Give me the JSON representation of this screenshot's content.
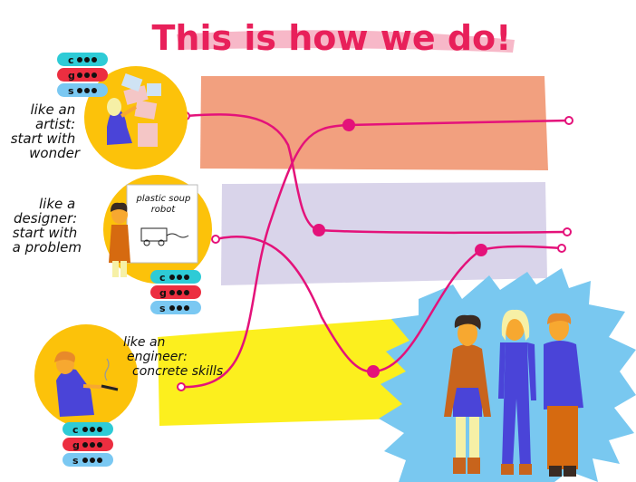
{
  "title": "This is how we do!",
  "roles": [
    {
      "label_lines": [
        "like an",
        "artist:",
        "start with",
        "wonder"
      ],
      "badges": [
        {
          "letter": "c"
        },
        {
          "letter": "g"
        },
        {
          "letter": "s"
        }
      ]
    },
    {
      "label_lines": [
        "like a",
        "designer:",
        "start with",
        "a problem"
      ],
      "sketch_lines": [
        "plastic soup",
        "robot"
      ],
      "badges": [
        {
          "letter": "c"
        },
        {
          "letter": "g"
        },
        {
          "letter": "s"
        }
      ]
    },
    {
      "label_lines": [
        "like an",
        "engineer:",
        "concrete skills"
      ],
      "badges": [
        {
          "letter": "c"
        },
        {
          "letter": "g"
        },
        {
          "letter": "s"
        }
      ]
    }
  ],
  "colors": {
    "title": "#e8205a",
    "title_highlight": "#f7b8c8",
    "band_orange": "#f2a07f",
    "band_lavender": "#d9d4ea",
    "band_yellow": "#fcef1e",
    "circle_yellow": "#fcc20a",
    "path": "#e4127a",
    "burst": "#79c8f0",
    "badge_teal": "#2ecbd6",
    "badge_red": "#ec2e40",
    "badge_blue": "#7ac8f2"
  },
  "icons": [
    "artist-figure",
    "designer-figure",
    "engineer-soldering-figure",
    "team-of-three-figures",
    "starburst"
  ]
}
